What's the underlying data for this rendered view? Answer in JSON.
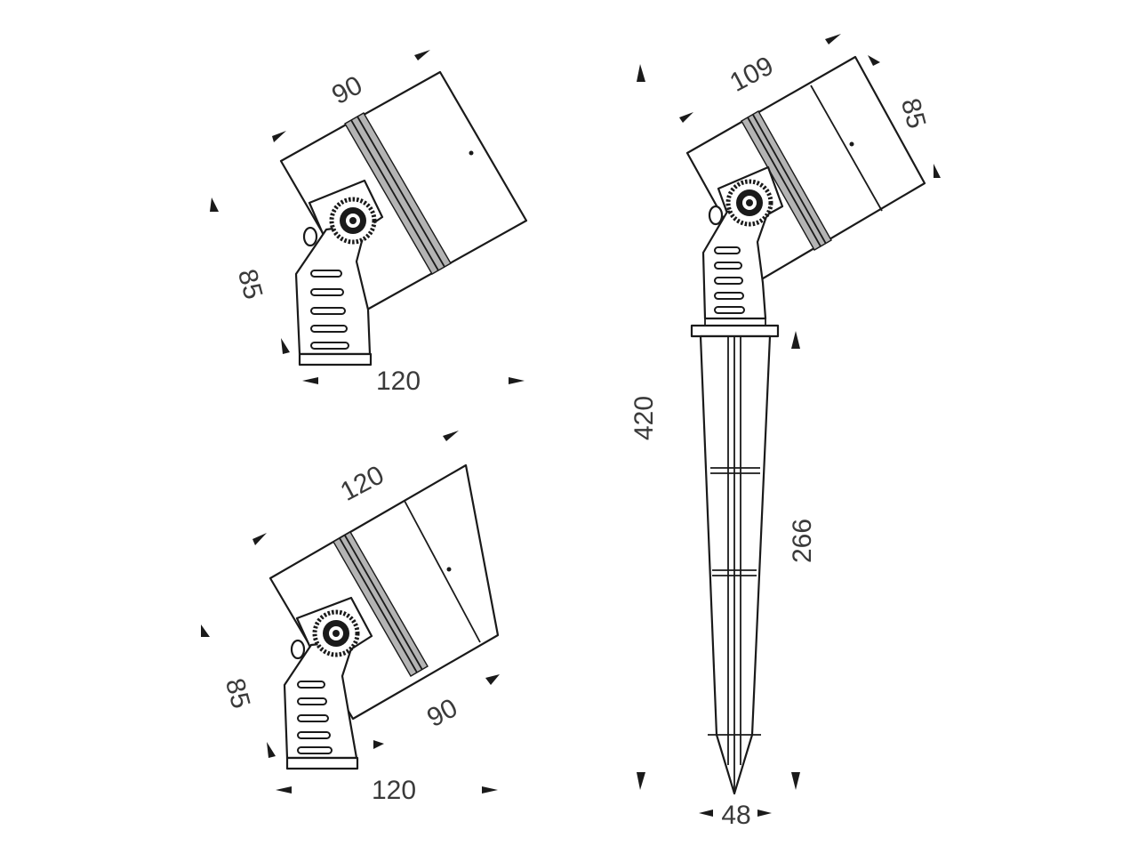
{
  "colors": {
    "line": "#1a1a1a",
    "band": "#b4b4b4",
    "background": "#ffffff",
    "text": "#3a3a3a"
  },
  "views": {
    "top_left": {
      "top_label": "90",
      "side_label": "85",
      "base_label": "120"
    },
    "bottom_left": {
      "top_label": "120",
      "side_label": "85",
      "front_label": "90",
      "base_label": "120"
    },
    "right": {
      "top_label": "109",
      "side_label": "85",
      "total_height_label": "420",
      "stake_label": "266",
      "base_label": "48"
    }
  }
}
